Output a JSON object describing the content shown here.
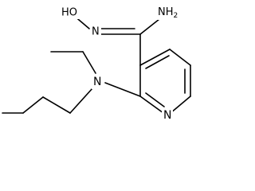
{
  "molecule": {
    "atoms": {
      "hydroxyl": "HO",
      "imine_n": "N",
      "amine": "NH2",
      "amine_base": "NH",
      "amine_sub": "2",
      "tertiary_n": "N",
      "ring_n": "N"
    }
  }
}
